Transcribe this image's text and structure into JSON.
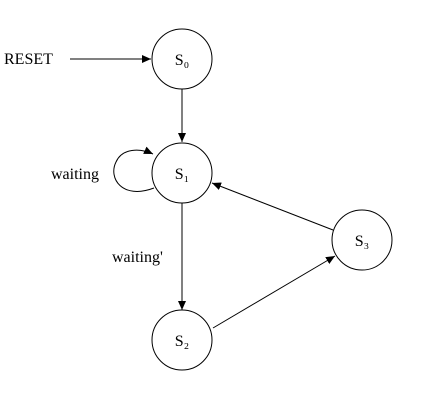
{
  "states": [
    {
      "id": "s0",
      "label": "S₀"
    },
    {
      "id": "s1",
      "label": "S₁"
    },
    {
      "id": "s2",
      "label": "S₂"
    },
    {
      "id": "s3",
      "label": "S₃"
    }
  ],
  "transitions": {
    "reset_label": "RESET",
    "self_loop_label": "waiting",
    "s1_to_s2_label": "waiting'"
  },
  "colors": {
    "stroke": "#000000",
    "background": "#ffffff"
  }
}
